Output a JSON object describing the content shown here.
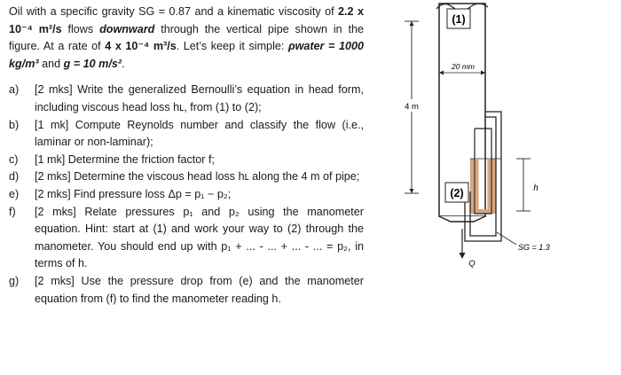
{
  "intro": {
    "s1": "Oil with a specific gravity SG = 0.87 and a kinematic viscosity of",
    "visc": "2.2 x 10⁻⁴ m²/s",
    "s2": " flows ",
    "downward": "downward",
    "s3": " through the vertical pipe shown in the figure. At a rate of ",
    "rate": "4 x 10⁻⁴ m³/s",
    "s4": ". Let’s keep it simple: ",
    "rho": "ρwater = 1000 kg/m³",
    "s5": " and ",
    "g": "g = 10 m/s²",
    "s6": "."
  },
  "parts": [
    {
      "letter": "a)",
      "text": "[2 mks] Write the generalized Bernoulli’s equation in head form, including viscous head loss hʟ, from (1) to (2);"
    },
    {
      "letter": "b)",
      "text": "[1 mk] Compute Reynolds number and classify the flow (i.e., laminar or non-laminar);"
    },
    {
      "letter": "c)",
      "text": "[1 mk] Determine the friction factor f;"
    },
    {
      "letter": "d)",
      "text": "[2 mks] Determine the viscous head loss hʟ along the 4 m of pipe;"
    },
    {
      "letter": "e)",
      "text": "[2 mks] Find pressure loss Δp = p₁ − p₂;"
    },
    {
      "letter": "f)",
      "text": "[2 mks] Relate pressures p₁ and p₂ using the manometer equation. Hint: start at (1) and work your way to (2) through the manometer. You should end up with p₁ + ... - ... + ... - ... = p₂, in terms of h."
    },
    {
      "letter": "g)",
      "text": "[2 mks] Use the pressure drop from (e) and the manometer equation from (f) to find the manometer reading h."
    }
  ],
  "figure": {
    "label_1": "(1)",
    "label_2": "(2)",
    "dia": "20 mm",
    "length": "4 m",
    "h": "h",
    "Q": "Q",
    "sg": "SG = 1.3",
    "pipe_color": "#ffffff",
    "fluid_color": "#d9a57e"
  }
}
